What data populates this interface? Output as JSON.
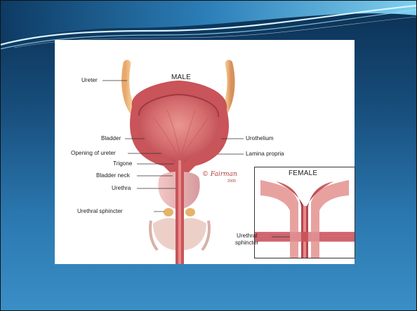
{
  "slide": {
    "colors": {
      "background_top": "#0b2f52",
      "background_bottom": "#3a8fc6",
      "tissue": "#c9545a",
      "lumen": "#e58a88",
      "ureter": "#e8b07a"
    }
  },
  "figure": {
    "male_title": "MALE",
    "female_title": "FEMALE",
    "labels": {
      "ureter": "Ureter",
      "bladder": "Bladder",
      "opening_of_ureter": "Opening of ureter",
      "trigone": "Trigone",
      "bladder_neck": "Bladder neck",
      "urethra": "Urethra",
      "urethral_sphincter_male": "Urethral sphincter",
      "urothelium": "Urothelium",
      "lamina_propria": "Lamina propria",
      "urethral_sphincter_female_1": "Urethral",
      "urethral_sphincter_female_2": "sphincter"
    },
    "signature": {
      "symbol": "©",
      "name": "Fairman",
      "year": "2005"
    }
  }
}
